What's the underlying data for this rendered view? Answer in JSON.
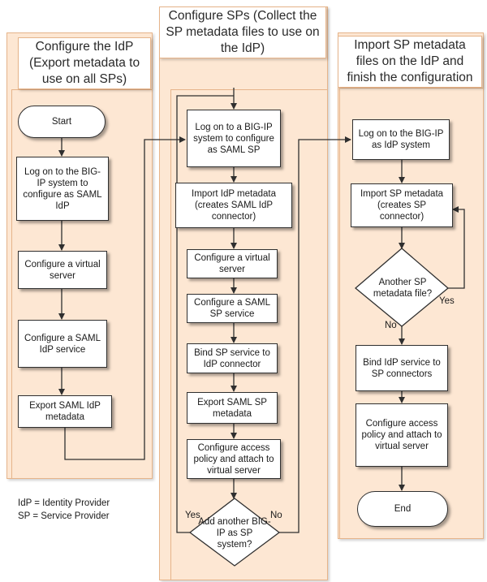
{
  "lanes": {
    "idp": {
      "title": "Configure the IdP (Export metadata to use on all SPs)"
    },
    "sp": {
      "title": "Configure SPs  (Collect the SP metadata files to use on the IdP)"
    },
    "import": {
      "title": "Import SP metadata files on the IdP and finish the configuration"
    }
  },
  "idp_steps": {
    "start": "Start",
    "logon": "Log on to the BIG-IP system to configure as SAML IdP",
    "virtual_server": "Configure a virtual server",
    "idp_service": "Configure a SAML IdP service",
    "export": "Export SAML IdP metadata"
  },
  "sp_steps": {
    "logon": "Log on to a BIG-IP system to configure as SAML SP",
    "import_idp": "Import IdP metadata (creates SAML IdP connector)",
    "virtual_server": "Configure a virtual server",
    "sp_service": "Configure a SAML SP service",
    "bind": "Bind SP service to IdP connector",
    "export": "Export SAML SP metadata",
    "access_policy": "Configure access policy and attach to virtual server",
    "decision": "Add another BIG-IP as SP system?",
    "yes": "Yes",
    "no": "No"
  },
  "import_steps": {
    "logon": "Log on to the BIG-IP as IdP system",
    "import_sp": "Import  SP metadata (creates SP connector)",
    "decision": "Another SP metadata file?",
    "yes": "Yes",
    "no": "No",
    "bind": "Bind IdP service to SP connectors",
    "access_policy": "Configure access policy and attach to virtual server",
    "end": "End"
  },
  "legend": {
    "idp": "IdP = Identity Provider",
    "sp": "SP = Service Provider"
  },
  "colors": {
    "lane_fill": "#fde7d3",
    "lane_border": "#e6b48a",
    "box_border": "#2f2f2f"
  }
}
